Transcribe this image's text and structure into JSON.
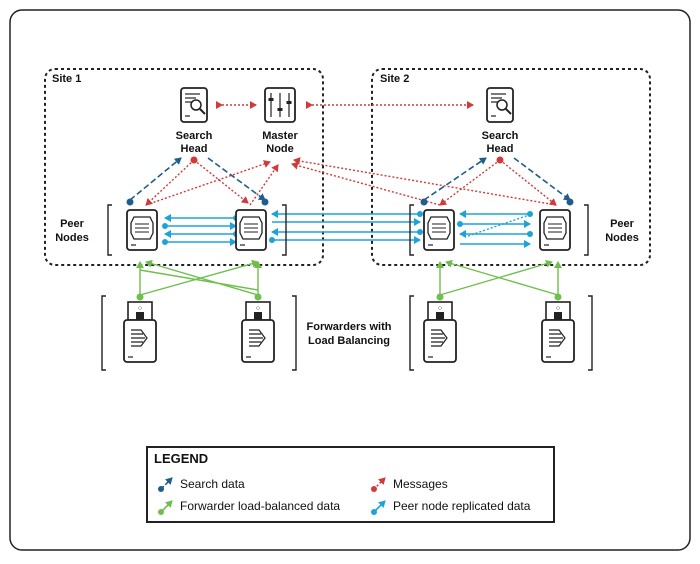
{
  "sites": {
    "site1": "Site 1",
    "site2": "Site 2"
  },
  "nodes": {
    "search_head_1": [
      "Search",
      "Head"
    ],
    "master_node": [
      "Master",
      "Node"
    ],
    "search_head_2": [
      "Search",
      "Head"
    ],
    "peer_nodes_left": [
      "Peer",
      "Nodes"
    ],
    "peer_nodes_right": [
      "Peer",
      "Nodes"
    ],
    "forwarders": [
      "Forwarders with",
      "Load Balancing"
    ]
  },
  "legend": {
    "title": "LEGEND",
    "items": [
      {
        "label": "Search data",
        "color": "#1f5e8c"
      },
      {
        "label": "Forwarder load-balanced data",
        "color": "#6fbf4e"
      },
      {
        "label": "Messages",
        "color": "#d03a3a"
      },
      {
        "label": "Peer node replicated data",
        "color": "#1ea3d8"
      }
    ]
  },
  "colors": {
    "search": "#1f5e8c",
    "forwarder": "#6fbf4e",
    "messages": "#d03a3a",
    "replication": "#1ea3d8",
    "icon_stroke": "#222222",
    "site_border": "#222222"
  }
}
